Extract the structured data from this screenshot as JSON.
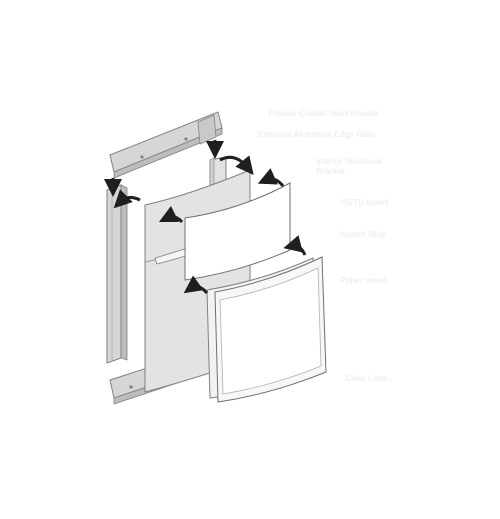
{
  "labels": {
    "header": "Powder Coated Steel Header",
    "rails": "Extruded Aluminum Edge Rails",
    "bracket_line1": "Interior Structural",
    "bracket_line2": "Bracket",
    "hstu": "HSTU Insert",
    "accent": "Accent Strip",
    "paper": "Paper Insert",
    "lens": "Clear Lens"
  },
  "colors": {
    "rail_fill": "#d6d6d6",
    "rail_shade": "#bdbdbd",
    "outline": "#808080",
    "bracket": "#e9e9e9",
    "arrow": "#1f1f1f",
    "label_text": "#e9e9e9"
  }
}
